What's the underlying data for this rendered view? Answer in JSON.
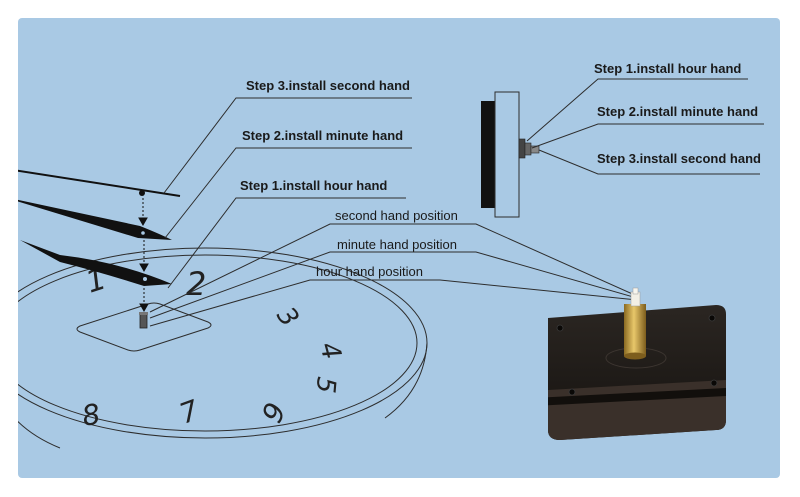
{
  "left_steps": [
    "Step 3.install second hand",
    "Step 2.install minute hand",
    "Step 1.install hour hand"
  ],
  "right_steps": [
    "Step 1.install hour hand",
    "Step 2.install minute hand",
    "Step 3.install second hand"
  ],
  "positions": [
    "second hand position",
    "minute hand position",
    "hour hand position"
  ],
  "dial_numbers": [
    "1",
    "2",
    "3",
    "4",
    "5",
    "6",
    "7",
    "8"
  ],
  "colors": {
    "background": "#a9c9e4",
    "movement_body": "#1e1b18",
    "shaft_brass": "#c9a24a",
    "line": "#3a3a3a"
  }
}
